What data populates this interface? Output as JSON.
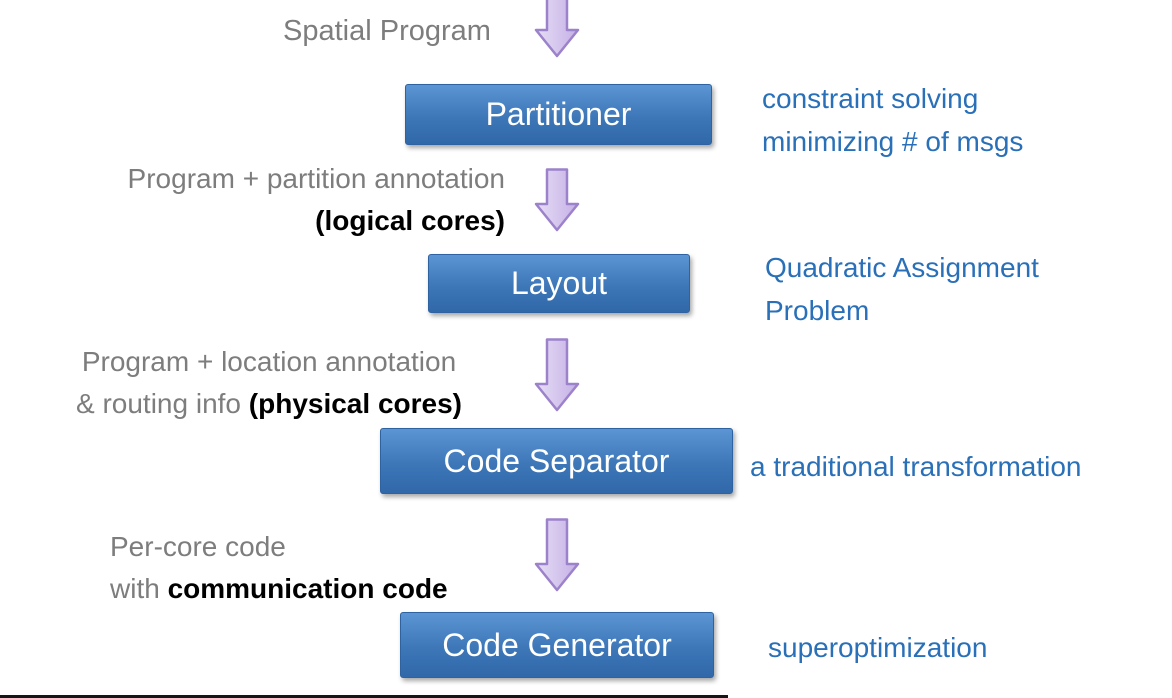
{
  "diagram": {
    "top_input": "Spatial Program",
    "nodes": [
      {
        "label": "Partitioner",
        "note_line1": "constraint solving",
        "note_line2": "minimizing # of msgs"
      },
      {
        "label": "Layout",
        "note_line1": "Quadratic Assignment",
        "note_line2": "Problem"
      },
      {
        "label": "Code Separator",
        "note_line1": "a traditional transformation",
        "note_line2": ""
      },
      {
        "label": "Code Generator",
        "note_line1": "superoptimization",
        "note_line2": ""
      }
    ],
    "edge_labels": [
      {
        "line1": "Program + partition annotation",
        "line2_gray": "",
        "line2_bold": "(logical cores)"
      },
      {
        "line1": "Program + location annotation",
        "line2_gray": "& routing info ",
        "line2_bold": "(physical cores)"
      },
      {
        "line1": "Per-core code",
        "line2_gray": "with ",
        "line2_bold": "communication code"
      }
    ],
    "colors": {
      "node_blue": "#3d77b8",
      "annotation_blue": "#2a70b8",
      "gray_text": "#7d7d7d",
      "bold_black": "#000000",
      "arrow_fill_light": "#e6def5",
      "arrow_fill_dark": "#c5afe6",
      "arrow_border": "#9c82ca"
    }
  }
}
